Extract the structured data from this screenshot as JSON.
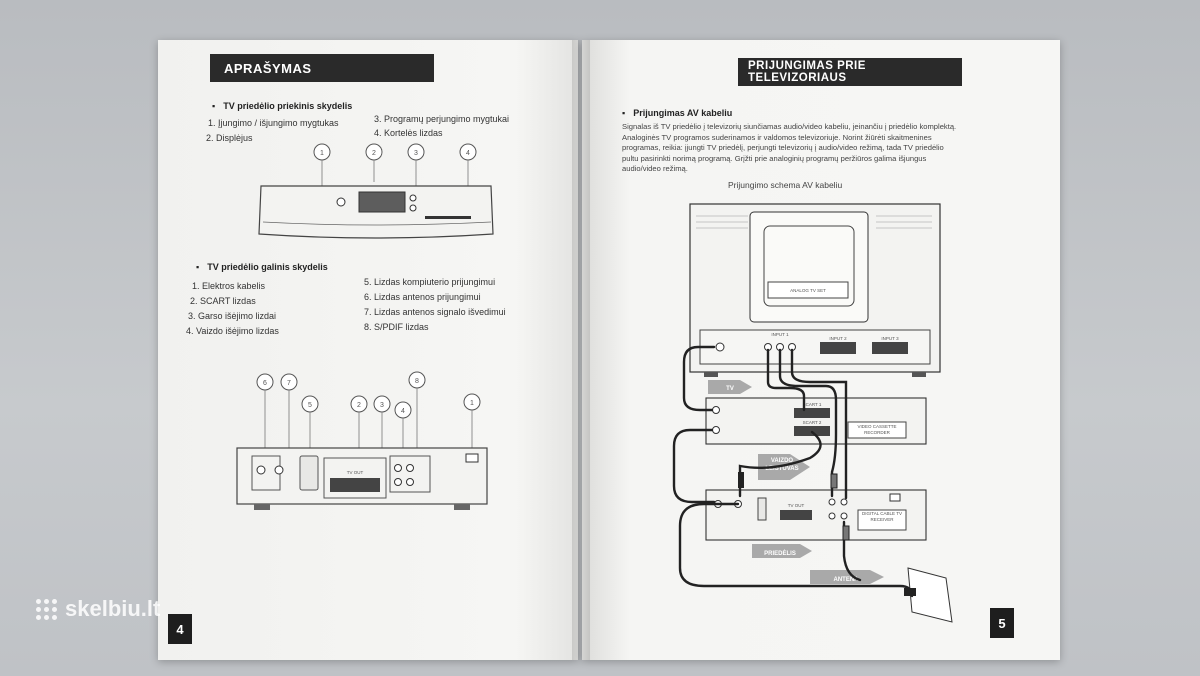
{
  "left_page": {
    "header": "APRAŠYMAS",
    "front_panel": {
      "title": "TV priedėlio priekinis skydelis",
      "items": [
        "1. Įjungimo / išjungimo mygtukas",
        "2. Displėjus",
        "3. Programų perjungimo mygtukai",
        "4. Kortelės lizdas"
      ],
      "callouts": [
        "1",
        "2",
        "3",
        "4"
      ]
    },
    "rear_panel": {
      "title": "TV priedėlio galinis skydelis",
      "items": [
        "1. Elektros kabelis",
        "2. SCART lizdas",
        "3. Garso išėjimo lizdai",
        "4. Vaizdo išėjimo lizdas",
        "5. Lizdas kompiuterio prijungimui",
        "6. Lizdas antenos prijungimui",
        "7. Lizdas antenos signalo išvedimui",
        "8. S/PDIF lizdas"
      ],
      "callouts": [
        "6",
        "7",
        "5",
        "2",
        "3",
        "4",
        "8",
        "1"
      ],
      "connector_label": "TV OUT"
    },
    "page_number": "4"
  },
  "right_page": {
    "header": "PRIJUNGIMAS PRIE TELEVIZORIAUS",
    "section_title": "Prijungimas AV kabeliu",
    "paragraph": "Signalas iš TV priedėlio į televizorių siunčiamas audio/video kabeliu, jeinančiu į priedėlio komplektą. Analoginės TV programos suderinamos ir valdomos televizoriuje. Norint žiūrėti skaitmenines programas, reikia: įjungti TV priedėlį, perjungti televizorių į audio/video režimą, tada TV priedėlio pultu pasirinkti norimą programą. Grįžti prie analoginių programų peržiūros galima išjungus audio/video režimą.",
    "caption": "Prijungimo schema AV kabeliu",
    "diagram": {
      "tv_screen_label": "ANALOG TV SET",
      "input_labels": [
        "INPUT 1",
        "INPUT 2",
        "INPUT 3"
      ],
      "scart_labels": [
        "SCART 1",
        "SCART 2"
      ],
      "vcr_label": "VIDEO CASSETTE RECORDER",
      "receiver_label": "DIGITAL CABLE TV RECEIVER",
      "receiver_scart": "TV OUT",
      "arrows": [
        "TV",
        "VAIZDO LEISTUVAS",
        "PRIEDĖLIS",
        "ANTENA"
      ]
    },
    "page_number": "5"
  },
  "watermark": "skelbiu.lt"
}
